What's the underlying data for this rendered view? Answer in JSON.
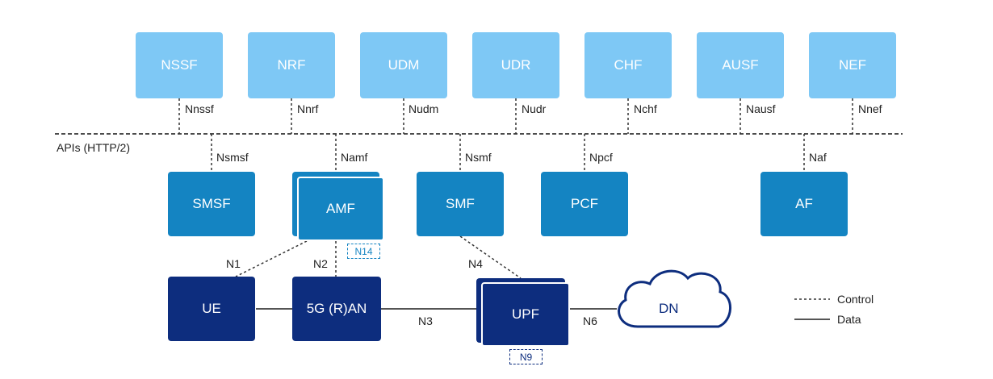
{
  "functions_top": [
    "NSSF",
    "NRF",
    "UDM",
    "UDR",
    "CHF",
    "AUSF",
    "NEF"
  ],
  "interfaces_top": [
    "Nnssf",
    "Nnrf",
    "Nudm",
    "Nudr",
    "Nchf",
    "Nausf",
    "Nnef"
  ],
  "bus_label": "APIs (HTTP/2)",
  "functions_mid": [
    "SMSF",
    "AMF",
    "SMF",
    "PCF",
    "AF"
  ],
  "interfaces_mid": [
    "Nsmsf",
    "Namf",
    "Nsmf",
    "Npcf",
    "Naf"
  ],
  "functions_bottom": [
    "UE",
    "5G (R)AN",
    "UPF"
  ],
  "data_network": "DN",
  "reference_points": [
    "N1",
    "N2",
    "N4",
    "N3",
    "N6"
  ],
  "badges": [
    "N14",
    "N9"
  ],
  "legend": {
    "control": "Control",
    "data": "Data"
  },
  "colors": {
    "top": "#7ec8f5",
    "mid": "#1484c2",
    "bottom": "#0d2d7e"
  }
}
